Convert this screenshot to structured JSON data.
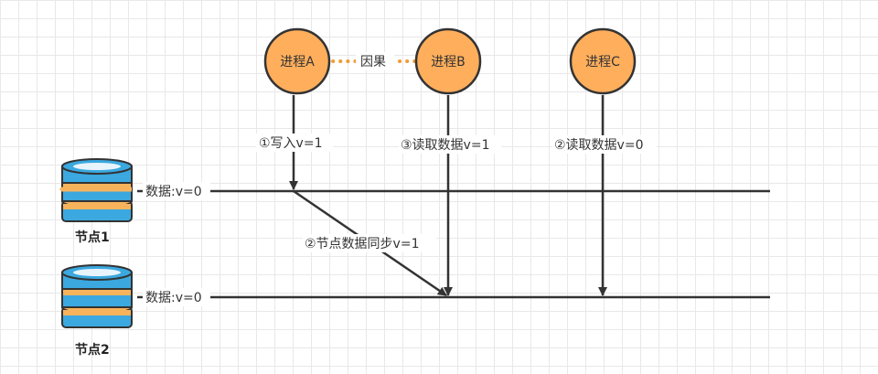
{
  "processes": [
    {
      "id": "A",
      "label": "进程A"
    },
    {
      "id": "B",
      "label": "进程B"
    },
    {
      "id": "C",
      "label": "进程C"
    }
  ],
  "causal_label": "因果",
  "nodes": [
    {
      "label": "节点1",
      "data_label": "数据:v=0"
    },
    {
      "label": "节点2",
      "data_label": "数据:v=0"
    }
  ],
  "arrows": {
    "write": "①写入v=1",
    "sync": "②节点数据同步v=1",
    "read_b": "③读取数据v=1",
    "read_c": "②读取数据v=0"
  },
  "colors": {
    "process_fill": "#FFAE5C",
    "process_stroke": "#333333",
    "causal_dots": "#F29B38",
    "line": "#333333",
    "db_blue": "#3BA8E0",
    "db_orange": "#F7B35C"
  }
}
